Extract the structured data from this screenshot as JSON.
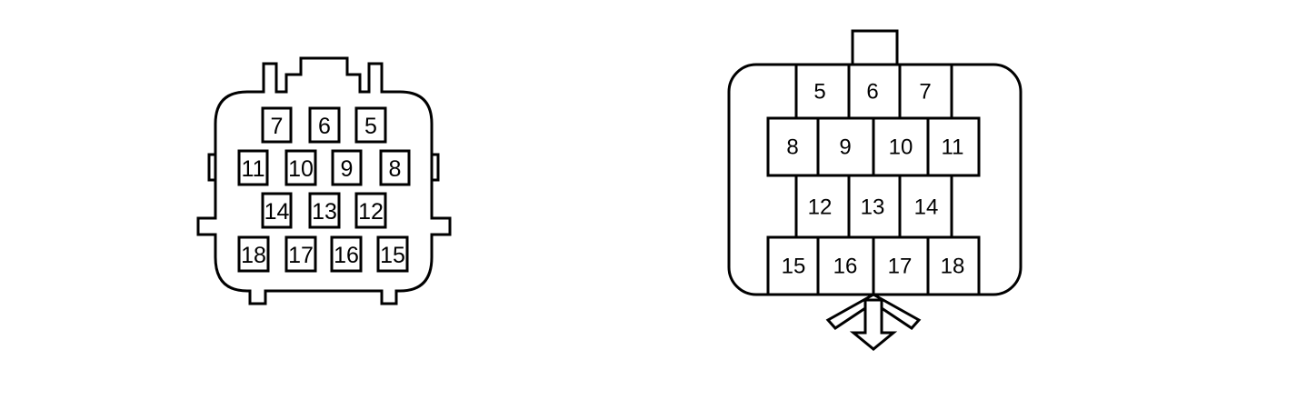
{
  "colors": {
    "line": "#000000",
    "background": "#ffffff"
  },
  "left_connector": {
    "cavities": [
      "7",
      "6",
      "5",
      "11",
      "10",
      "9",
      "8",
      "14",
      "13",
      "12",
      "18",
      "17",
      "16",
      "15"
    ]
  },
  "right_connector": {
    "cavities": [
      "5",
      "6",
      "7",
      "8",
      "9",
      "10",
      "11",
      "12",
      "13",
      "14",
      "15",
      "16",
      "17",
      "18"
    ],
    "arrow": "down-arrow-icon"
  }
}
